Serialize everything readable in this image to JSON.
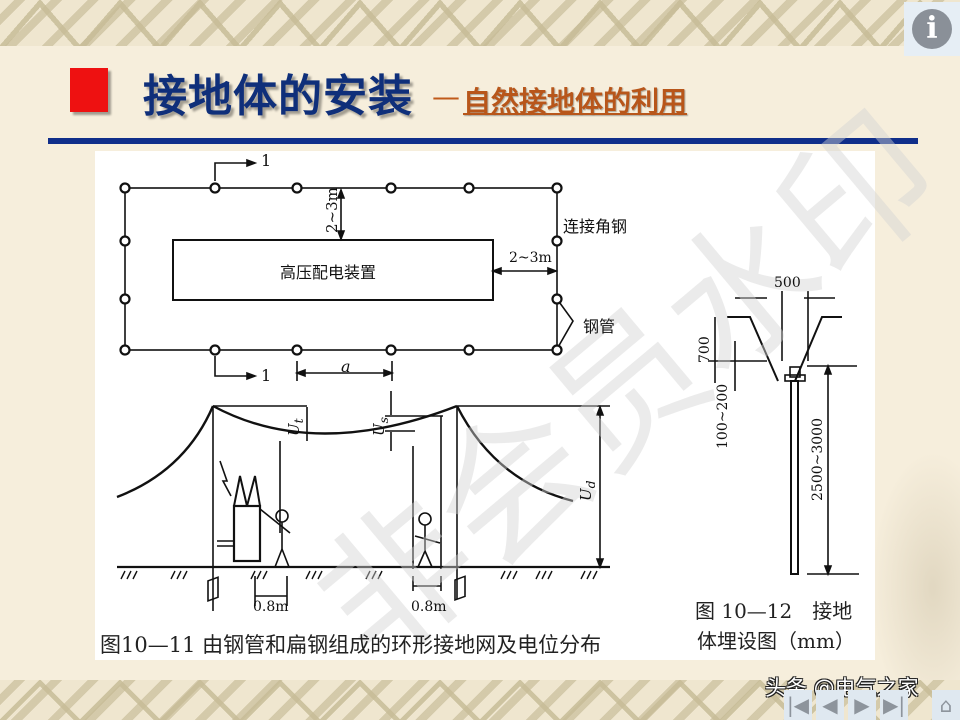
{
  "slide": {
    "title_main": "接地体的安装",
    "title_dash": "—",
    "title_sub": "自然接地体的利用",
    "accent_colors": {
      "bullet": "#ee1111",
      "title": "#0f2f7a",
      "subtitle": "#b8561a",
      "rule": "#102e8a"
    }
  },
  "figure_11": {
    "plan_view": {
      "section_marker_top": "1",
      "section_marker_bottom": "1",
      "spacing_label": "a",
      "dim_top": "2~3m",
      "dim_right": "2~3m",
      "center_box_label": "高压配电装置",
      "label_connect": "连接角钢",
      "label_pipe": "钢管"
    },
    "potential_view": {
      "u_t": "U",
      "u_t_sub": "t",
      "u_s": "U",
      "u_s_sub": "s",
      "u_d": "U",
      "u_d_sub": "d",
      "step_left": "0.8m",
      "step_right": "0.8m"
    },
    "caption": "图10—11 由钢管和扁钢组成的环形接地网及电位分布"
  },
  "figure_12": {
    "dim_width": "500",
    "dim_depth": "700",
    "dim_above": "100~200",
    "dim_length": "2500~3000",
    "caption_line1": "图 10—12　接地",
    "caption_line2": "体埋设图（mm）"
  },
  "watermark": "非会员水印",
  "footer": {
    "credit": "头条 @电气之家",
    "nav": {
      "first": "|◀",
      "prev": "◀",
      "next": "▶",
      "last": "▶|",
      "home": "⌂"
    }
  },
  "info_button": "i"
}
